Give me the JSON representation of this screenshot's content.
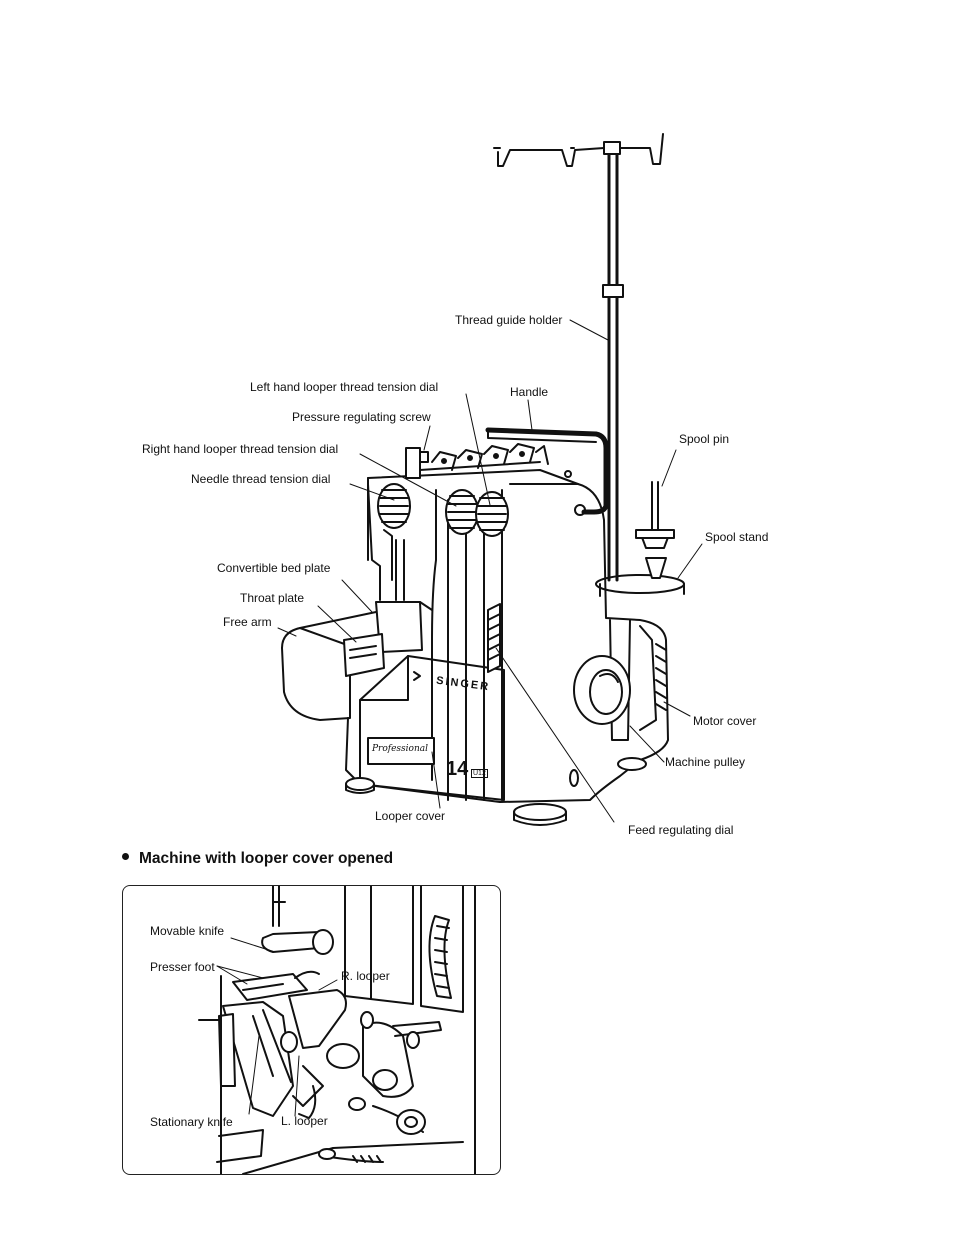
{
  "main_diagram": {
    "labels": {
      "thread_guide_holder": "Thread guide holder",
      "left_looper_dial": "Left hand looper thread tension dial",
      "handle": "Handle",
      "pressure_screw": "Pressure regulating screw",
      "spool_pin": "Spool pin",
      "right_looper_dial": "Right hand looper thread tension dial",
      "needle_dial": "Needle thread tension dial",
      "spool_stand": "Spool stand",
      "convertible_bed": "Convertible bed plate",
      "throat_plate": "Throat plate",
      "free_arm": "Free arm",
      "motor_cover": "Motor cover",
      "machine_pulley": "Machine pulley",
      "looper_cover": "Looper cover",
      "feed_dial": "Feed regulating dial"
    },
    "brand": "SINGER",
    "model_number": "14",
    "model_suffix": "U12",
    "script_badge": "Professional"
  },
  "section": {
    "title": "Machine with looper cover opened"
  },
  "inset_diagram": {
    "labels": {
      "movable_knife": "Movable knife",
      "presser_foot": "Presser foot",
      "r_looper": "R. looper",
      "stationary_knife": "Stationary knife",
      "l_looper": "L. looper"
    }
  }
}
